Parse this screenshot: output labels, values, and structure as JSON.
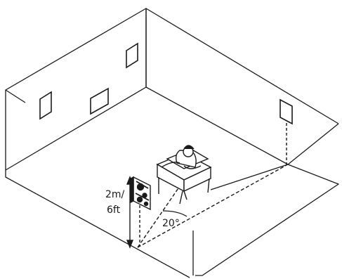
{
  "diagram": {
    "height_label_line1": "2m/",
    "height_label_line2": "6ft",
    "angle_label": "20°",
    "colors": {
      "line": "#1a1a1a",
      "panel_fill": "#ffffff",
      "background": "#ffffff"
    },
    "icons": [
      "acoustic-panel-icon",
      "speaker-icon",
      "listener-chair-icon"
    ]
  }
}
